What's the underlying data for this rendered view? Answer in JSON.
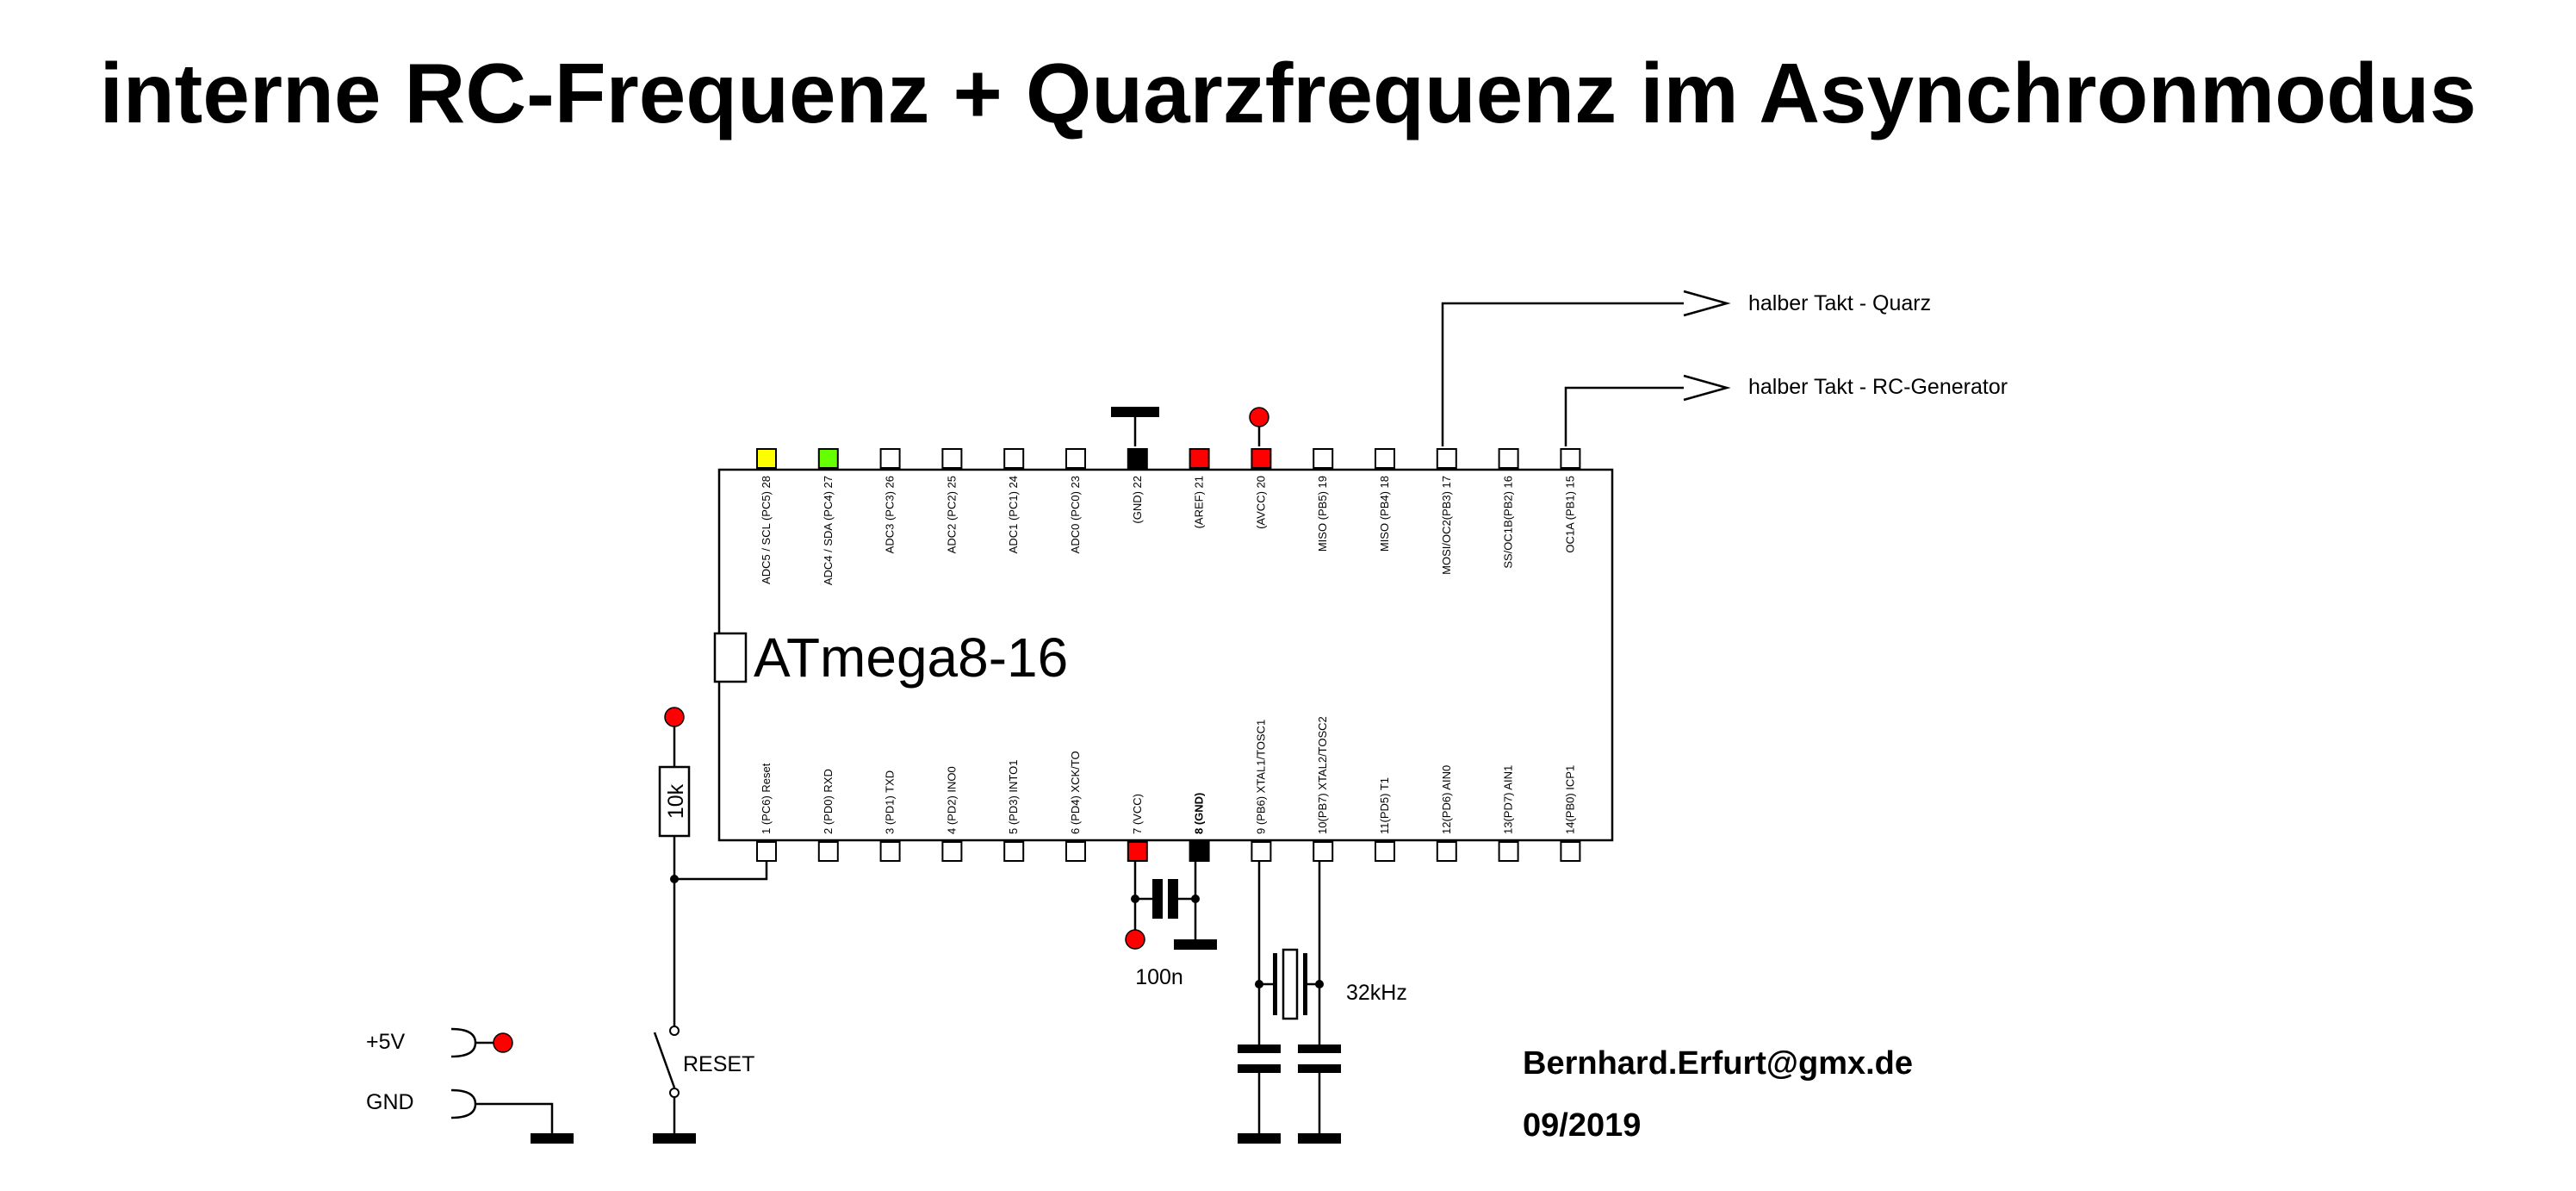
{
  "title": "interne RC-Frequenz + Quarzfrequenz im Asynchronmodus",
  "chip": {
    "name": "ATmega8-16",
    "top_pins": [
      {
        "label": "ADC5 / SCL (PC5) 28",
        "color": "#ffff00"
      },
      {
        "label": "ADC4 / SDA (PC4) 27",
        "color": "#66ff00"
      },
      {
        "label": "ADC3 (PC3) 26",
        "color": "#ffffff"
      },
      {
        "label": "ADC2 (PC2) 25",
        "color": "#ffffff"
      },
      {
        "label": "ADC1 (PC1) 24",
        "color": "#ffffff"
      },
      {
        "label": "ADC0 (PC0) 23",
        "color": "#ffffff"
      },
      {
        "label": "(GND) 22",
        "color": "#000000"
      },
      {
        "label": "(AREF) 21",
        "color": "#ff0000"
      },
      {
        "label": "(AVCC) 20",
        "color": "#ff0000"
      },
      {
        "label": "MISO (PB5) 19",
        "color": "#ffffff"
      },
      {
        "label": "MISO (PB4) 18",
        "color": "#ffffff"
      },
      {
        "label": "MOSI/OC2(PB3) 17",
        "color": "#ffffff"
      },
      {
        "label": "SS/OC1B(PB2) 16",
        "color": "#ffffff"
      },
      {
        "label": "OC1A (PB1) 15",
        "color": "#ffffff"
      }
    ],
    "bottom_pins": [
      {
        "label": "1 (PC6) Reset",
        "color": "#ffffff",
        "bold": false
      },
      {
        "label": "2 (PD0) RXD",
        "color": "#ffffff",
        "bold": false
      },
      {
        "label": "3 (PD1) TXD",
        "color": "#ffffff",
        "bold": false
      },
      {
        "label": "4 (PD2) INO0",
        "color": "#ffffff",
        "bold": false
      },
      {
        "label": "5 (PD3) INTO1",
        "color": "#ffffff",
        "bold": false
      },
      {
        "label": "6 (PD4) XCK/TO",
        "color": "#ffffff",
        "bold": false
      },
      {
        "label": "7 (VCC)",
        "color": "#ff0000",
        "bold": false
      },
      {
        "label": "8 (GND)",
        "color": "#000000",
        "bold": true
      },
      {
        "label": "9 (PB6) XTAL1/TOSC1",
        "color": "#ffffff",
        "bold": false
      },
      {
        "label": "10(PB7) XTAL2/TOSC2",
        "color": "#ffffff",
        "bold": false
      },
      {
        "label": "11(PD5) T1",
        "color": "#ffffff",
        "bold": false
      },
      {
        "label": "12(PD6) AIN0",
        "color": "#ffffff",
        "bold": false
      },
      {
        "label": "13(PD7) AIN1",
        "color": "#ffffff",
        "bold": false
      },
      {
        "label": "14(PB0) ICP1",
        "color": "#ffffff",
        "bold": false
      }
    ]
  },
  "outputs": {
    "quarz": "halber Takt - Quarz",
    "rc": "halber Takt - RC-Generator"
  },
  "components": {
    "resistor": "10k",
    "capacitor": "100n",
    "crystal": "32kHz",
    "reset_switch": "RESET"
  },
  "power": {
    "vplus": "+5V",
    "gnd": "GND"
  },
  "footer": {
    "author": "Bernhard.Erfurt@gmx.de",
    "date": "09/2019"
  },
  "colors": {
    "vcc_dot": "#ff0000",
    "wire": "#000000"
  }
}
